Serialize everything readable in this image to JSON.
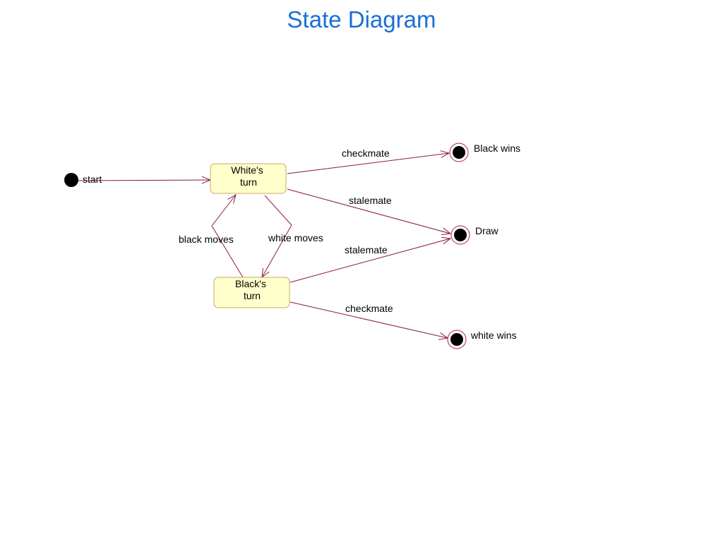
{
  "title": "State Diagram",
  "colors": {
    "title": "#1a6fd6",
    "edge": "#8b1a3c",
    "state_fill": "#ffffcc",
    "state_stroke": "#c8a860",
    "final_ring": "#b02040",
    "node": "#000000"
  },
  "states": {
    "start": "start",
    "whites_turn": [
      "White's",
      "turn"
    ],
    "blacks_turn": [
      "Black's",
      "turn"
    ],
    "black_wins": "Black wins",
    "draw": "Draw",
    "white_wins": "white wins"
  },
  "transitions": {
    "checkmate_to_black_wins": "checkmate",
    "stalemate_white_to_draw": "stalemate",
    "black_moves": "black moves",
    "white_moves": "white moves",
    "stalemate_black_to_draw": "stalemate",
    "checkmate_to_white_wins": "checkmate"
  }
}
